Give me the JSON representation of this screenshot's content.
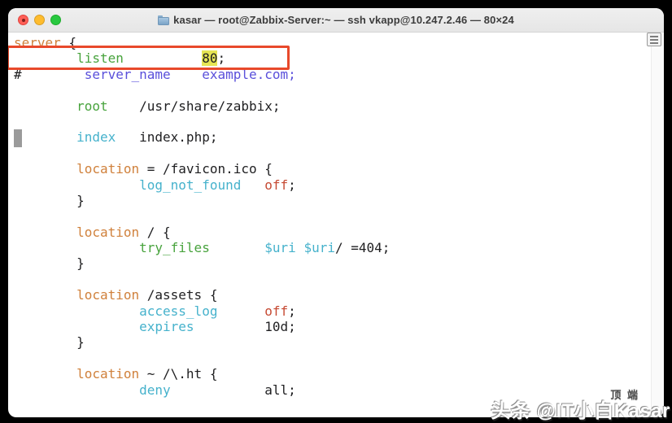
{
  "window": {
    "title": "kasar — root@Zabbix-Server:~ — ssh vkapp@10.247.2.46 — 80×24",
    "traffic_lights": [
      "close",
      "minimize",
      "zoom"
    ],
    "proxy_icon": "folder-icon",
    "size": {
      "columns": "80",
      "rows": "24"
    }
  },
  "colors": {
    "titlebar_bg": "#ececec",
    "terminal_bg": "#ffffff",
    "annotation_red": "#e8492b",
    "highlight_yellow": "#e6e554",
    "traffic_red": "#ff5f57",
    "traffic_yellow": "#febc2e",
    "traffic_green": "#28c840"
  },
  "terminal": {
    "palette": {
      "orange": "#d0813c",
      "green": "#48a33d",
      "cyan": "#46b2cc",
      "red": "#c64a33",
      "purple": "#5a50db",
      "black": "#1f1f21"
    },
    "highlighted_value": "80",
    "lines": [
      [
        {
          "t": "server",
          "c": "orange"
        },
        {
          "t": " {",
          "c": "black"
        }
      ],
      [
        {
          "t": "        ",
          "c": "black"
        },
        {
          "t": "listen",
          "c": "green"
        },
        {
          "t": "          ",
          "c": "black"
        },
        {
          "t": "80",
          "c": "hl"
        },
        {
          "t": ";",
          "c": "black"
        }
      ],
      [
        {
          "t": "#        ",
          "c": "black"
        },
        {
          "t": "server_name",
          "c": "purple"
        },
        {
          "t": "    ",
          "c": "black"
        },
        {
          "t": "example.com;",
          "c": "purple"
        }
      ],
      [],
      [
        {
          "t": "        ",
          "c": "black"
        },
        {
          "t": "root",
          "c": "green"
        },
        {
          "t": "    /usr/share/zabbix;",
          "c": "black"
        }
      ],
      [],
      [
        {
          "t": "        ",
          "c": "black"
        },
        {
          "t": "index",
          "c": "cyan"
        },
        {
          "t": "   index.php;",
          "c": "black"
        }
      ],
      [],
      [
        {
          "t": "        ",
          "c": "black"
        },
        {
          "t": "location",
          "c": "orange"
        },
        {
          "t": " = /favicon.ico {",
          "c": "black"
        }
      ],
      [
        {
          "t": "                ",
          "c": "black"
        },
        {
          "t": "log_not_found",
          "c": "cyan"
        },
        {
          "t": "   ",
          "c": "black"
        },
        {
          "t": "off",
          "c": "red"
        },
        {
          "t": ";",
          "c": "black"
        }
      ],
      [
        {
          "t": "        }",
          "c": "black"
        }
      ],
      [],
      [
        {
          "t": "        ",
          "c": "black"
        },
        {
          "t": "location",
          "c": "orange"
        },
        {
          "t": " / {",
          "c": "black"
        }
      ],
      [
        {
          "t": "                ",
          "c": "black"
        },
        {
          "t": "try_files",
          "c": "green"
        },
        {
          "t": "       ",
          "c": "black"
        },
        {
          "t": "$uri",
          "c": "cyan"
        },
        {
          "t": " ",
          "c": "black"
        },
        {
          "t": "$uri",
          "c": "cyan"
        },
        {
          "t": "/ =404;",
          "c": "black"
        }
      ],
      [
        {
          "t": "        }",
          "c": "black"
        }
      ],
      [],
      [
        {
          "t": "        ",
          "c": "black"
        },
        {
          "t": "location",
          "c": "orange"
        },
        {
          "t": " /assets {",
          "c": "black"
        }
      ],
      [
        {
          "t": "                ",
          "c": "black"
        },
        {
          "t": "access_log",
          "c": "cyan"
        },
        {
          "t": "      ",
          "c": "black"
        },
        {
          "t": "off",
          "c": "red"
        },
        {
          "t": ";",
          "c": "black"
        }
      ],
      [
        {
          "t": "                ",
          "c": "black"
        },
        {
          "t": "expires",
          "c": "cyan"
        },
        {
          "t": "         10d;",
          "c": "black"
        }
      ],
      [
        {
          "t": "        }",
          "c": "black"
        }
      ],
      [],
      [
        {
          "t": "        ",
          "c": "black"
        },
        {
          "t": "location",
          "c": "orange"
        },
        {
          "t": " ~ /\\.ht {",
          "c": "black"
        }
      ],
      [
        {
          "t": "                ",
          "c": "black"
        },
        {
          "t": "deny",
          "c": "cyan"
        },
        {
          "t": "            all;",
          "c": "black"
        }
      ]
    ]
  },
  "watermark": {
    "main": "头条 @IT小白Kasar",
    "overlay": "顶 端"
  }
}
